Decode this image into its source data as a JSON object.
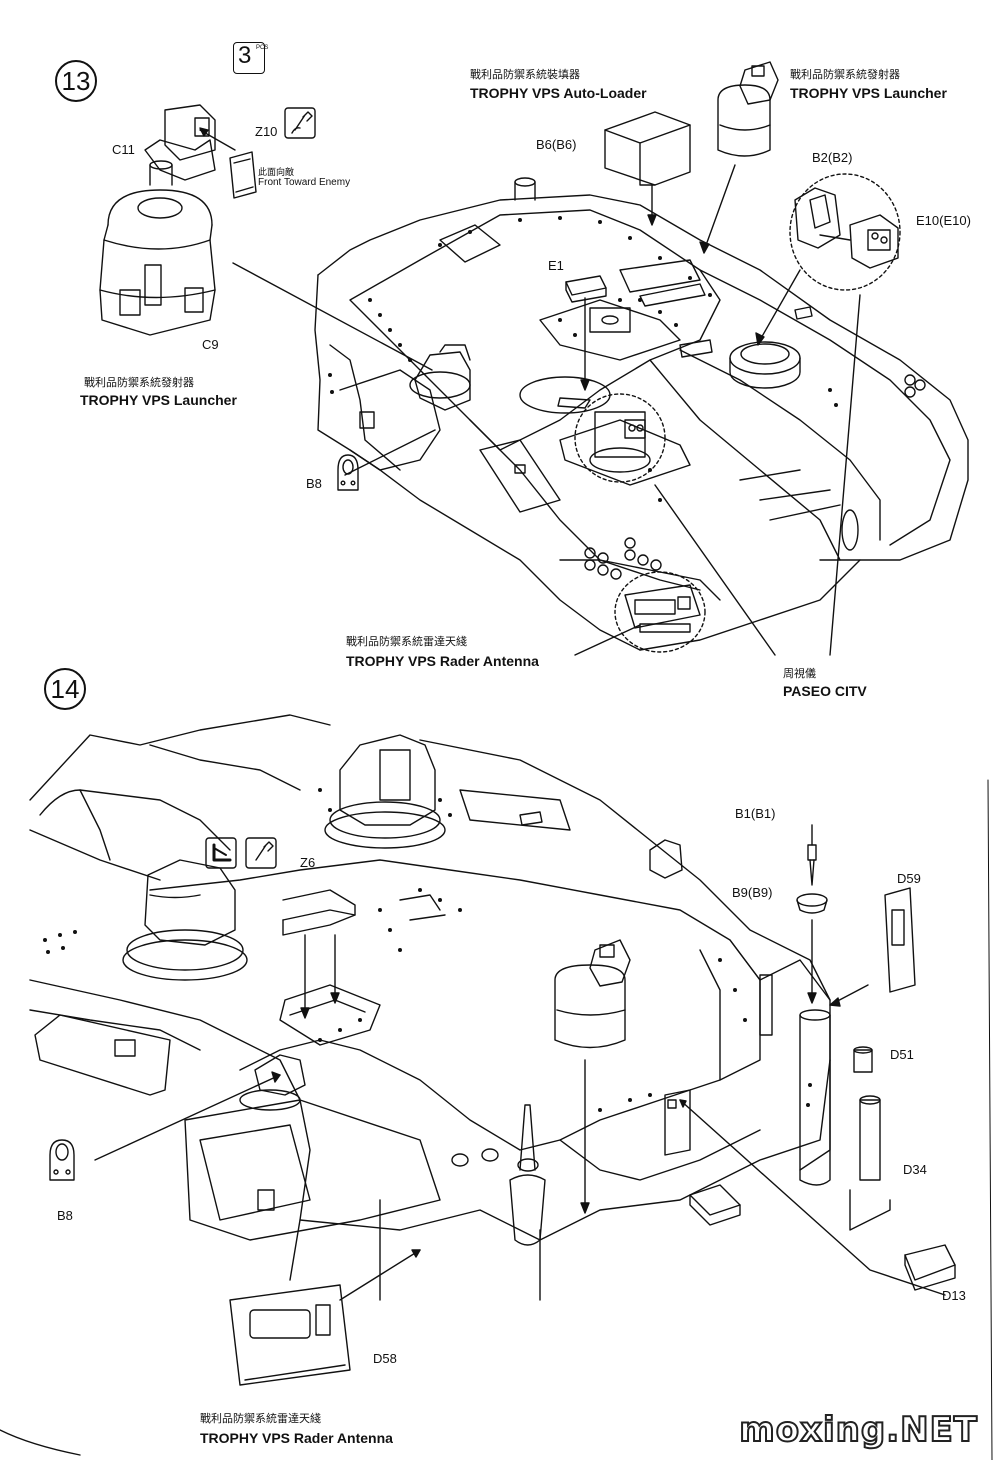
{
  "steps": {
    "step13": {
      "number": "13",
      "pcs_count": "3",
      "pcs_text": "PCS",
      "labels": {
        "c11": "C11",
        "z10": "Z10",
        "front_cn": "此面向敵",
        "front_en": "Front Toward Enemy",
        "c9": "C9",
        "launcher_left_cn": "戰利品防禦系統發射器",
        "launcher_left_en": "TROPHY VPS Launcher",
        "b8": "B8",
        "b6": "B6(B6)",
        "autoloader_cn": "戰利品防禦系統裝填器",
        "autoloader_en": "TROPHY VPS Auto-Loader",
        "launcher_right_cn": "戰利品防禦系統發射器",
        "launcher_right_en": "TROPHY VPS Launcher",
        "b2": "B2(B2)",
        "e10": "E10(E10)",
        "e1": "E1",
        "radar_cn": "戰利品防禦系統雷達天綫",
        "radar_en": "TROPHY VPS Rader Antenna",
        "citv_cn": "周視儀",
        "citv_en": "PASEO CITV"
      }
    },
    "step14": {
      "number": "14",
      "labels": {
        "z6": "Z6",
        "b1": "B1(B1)",
        "b9": "B9(B9)",
        "d59": "D59",
        "d51": "D51",
        "d34": "D34",
        "d13": "D13",
        "b8": "B8",
        "d58": "D58",
        "radar_cn": "戰利品防禦系統雷達天綫",
        "radar_en": "TROPHY VPS Rader Antenna"
      }
    }
  },
  "icons": [
    "cement-glue-icon",
    "paint-brush-icon",
    "cut-part-icon"
  ],
  "watermark": "moxing.NET"
}
